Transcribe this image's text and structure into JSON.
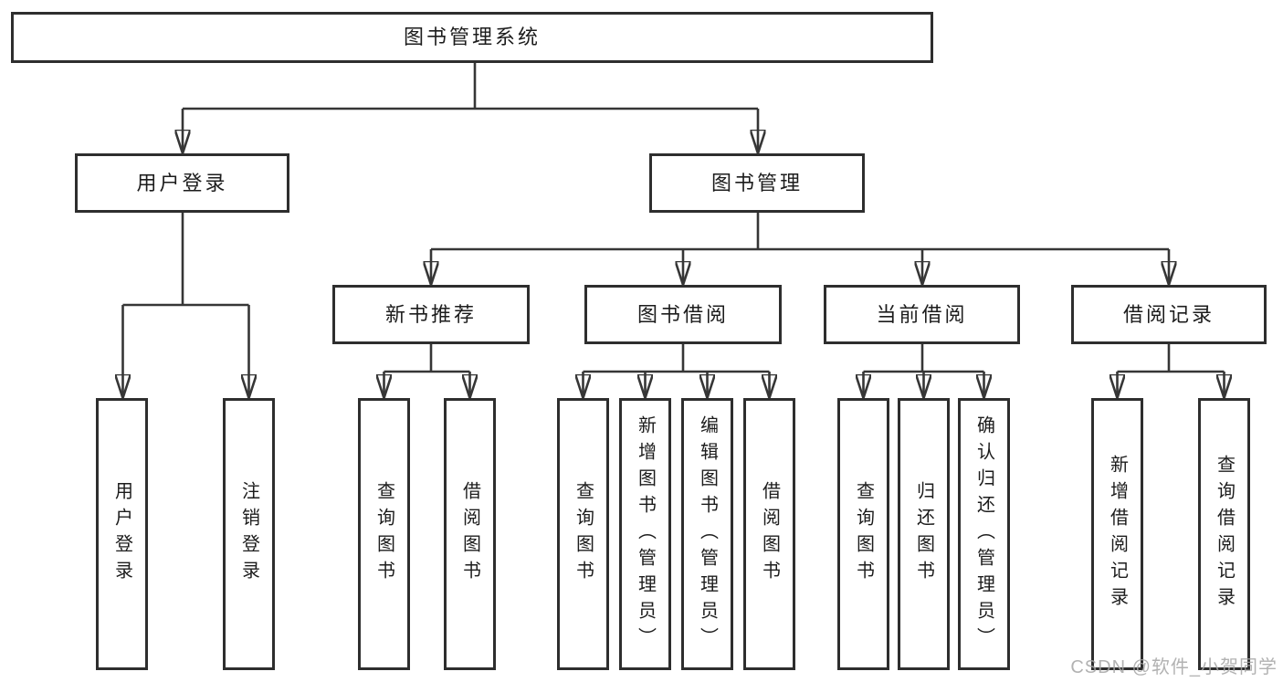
{
  "tree": {
    "root": "图书管理系统",
    "children": [
      {
        "label": "用户登录",
        "children": [
          "用户登录",
          "注销登录"
        ]
      },
      {
        "label": "图书管理",
        "children": [
          {
            "label": "新书推荐",
            "children": [
              "查询图书",
              "借阅图书"
            ]
          },
          {
            "label": "图书借阅",
            "children": [
              "查询图书",
              "新增图书（管理员）",
              "编辑图书（管理员）",
              "借阅图书"
            ]
          },
          {
            "label": "当前借阅",
            "children": [
              "查询图书",
              "归还图书",
              "确认归还（管理员）"
            ]
          },
          {
            "label": "借阅记录",
            "children": [
              "新增借阅记录",
              "查询借阅记录"
            ]
          }
        ]
      }
    ]
  },
  "watermark": "CSDN @软件_小贺同学",
  "colors": {
    "line": "#363636",
    "box_border": "#2e2e2e",
    "box_background": "#ffffff",
    "text": "#1c1c1c",
    "watermark": "#a5a5a5",
    "background": "#ffffff"
  }
}
